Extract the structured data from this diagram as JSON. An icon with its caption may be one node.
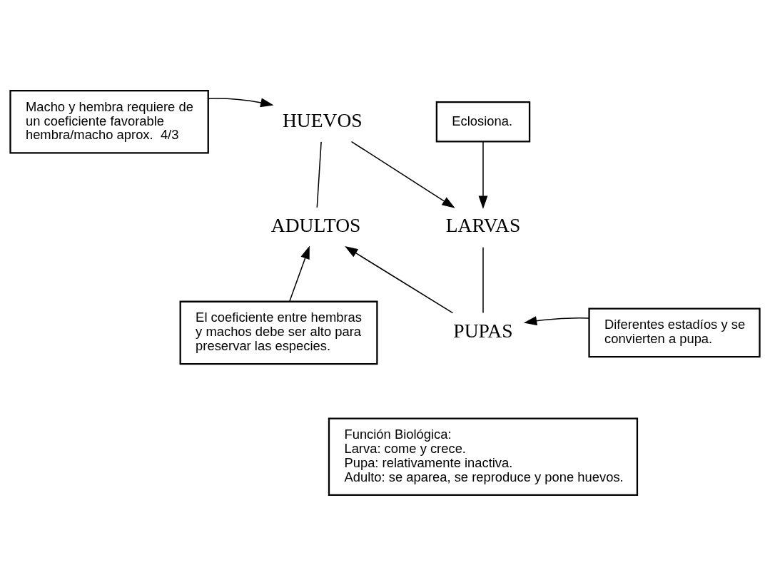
{
  "diagram": {
    "nodes": [
      {
        "text": [
          "Macho y hembra requiere de un coeficiente favorable hembra/macho aprox.  4/3"
        ]
      },
      {
        "text": [
          "HUEVOS"
        ]
      },
      {
        "text": [
          "Eclosiona."
        ]
      },
      {
        "text": [
          "ADULTOS"
        ]
      },
      {
        "text": [
          "LARVAS"
        ]
      },
      {
        "text": [
          "El coeficiente entre hembras y machos debe ser alto para preservar las especies."
        ]
      },
      {
        "text": [
          "PUPAS"
        ]
      },
      {
        "text": [
          "Diferentes estadíos y se convierten a pupa."
        ]
      },
      {
        "text": [
          "Función Biológica:",
          "Larva: come y crece.",
          "Pupa: relativamente inactiva.",
          "Adulto: se aparea, se reproduce y pone huevos."
        ]
      }
    ],
    "edges": [
      {
        "from": 1,
        "to": 4,
        "arrow": "to"
      },
      {
        "from": 4,
        "to": 6,
        "arrow": "none"
      },
      {
        "from": 6,
        "to": 3,
        "arrow": "to"
      },
      {
        "from": 3,
        "to": 1,
        "arrow": "none"
      },
      {
        "from": 0,
        "to": 1,
        "arrow": "to"
      },
      {
        "from": 2,
        "to": 4,
        "arrow": "to"
      },
      {
        "from": 7,
        "to": 6,
        "arrow": "to"
      },
      {
        "from": 5,
        "to": 3,
        "arrow": "to"
      }
    ]
  }
}
